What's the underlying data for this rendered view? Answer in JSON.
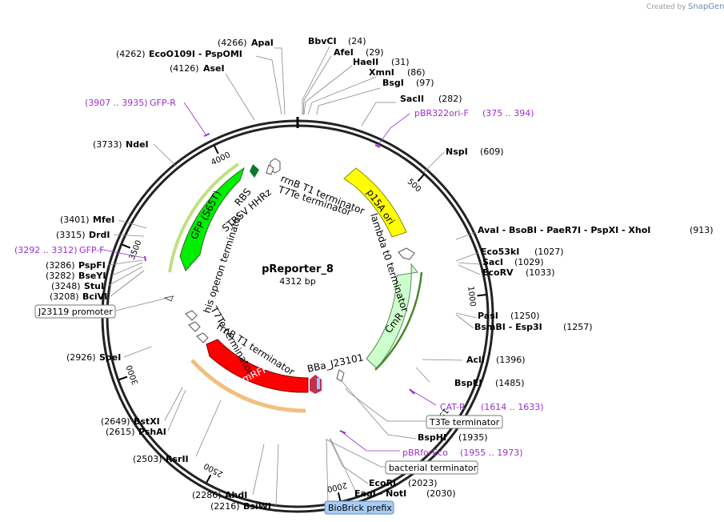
{
  "credit": {
    "prefix": "Created by",
    "brand": "SnapGene"
  },
  "plasmid": {
    "name": "pReporter_8",
    "size": "4312 bp"
  },
  "ticks": [
    "500",
    "1000",
    "1500",
    "2000",
    "2500",
    "3000",
    "3500",
    "4000"
  ],
  "features": {
    "p15a": "p15A ori",
    "lambda": "lambda t0 terminator",
    "cmr": "CmR",
    "bba": "BBa_J23101",
    "mrfp": "mRFP1",
    "rrnb_lower": "rrnB T1 terminator",
    "t7te_lower": "T7Te terminator",
    "his": "his operon terminator",
    "gfp": "GFP (S65T)",
    "rbs": "RBS",
    "strsv": "STRSV HHRz",
    "rrnb_upper": "rrnB T1 terminator",
    "t7te_upper": "T7Te terminator"
  },
  "sites_right": [
    {
      "name": "BbvCI",
      "pos": "(24)"
    },
    {
      "name": "AfeI",
      "pos": "(29)"
    },
    {
      "name": "HaeII",
      "pos": "(31)"
    },
    {
      "name": "XmnI",
      "pos": "(86)"
    },
    {
      "name": "BsgI",
      "pos": "(97)"
    },
    {
      "name": "SacII",
      "pos": "(282)"
    },
    {
      "name": "NspI",
      "pos": "(609)"
    },
    {
      "name": "AvaI - BsoBI - PaeR7I - PspXI - XhoI",
      "pos": "(913)"
    },
    {
      "name": "Eco53kI",
      "pos": "(1027)"
    },
    {
      "name": "SacI",
      "pos": "(1029)"
    },
    {
      "name": "EcoRV",
      "pos": "(1033)"
    },
    {
      "name": "PasI",
      "pos": "(1250)"
    },
    {
      "name": "BsmBI - Esp3I",
      "pos": "(1257)"
    },
    {
      "name": "AclI",
      "pos": "(1396)"
    },
    {
      "name": "BspEI",
      "pos": "(1485)"
    },
    {
      "name": "BspHI",
      "pos": "(1935)"
    },
    {
      "name": "EcoRI",
      "pos": "(2023)"
    },
    {
      "name": "EagI - NotI",
      "pos": "(2030)"
    }
  ],
  "sites_left": [
    {
      "pos": "(4266)",
      "name": "ApaI"
    },
    {
      "pos": "(4262)",
      "name": "EcoO109I - PspOMI"
    },
    {
      "pos": "(4126)",
      "name": "AseI"
    },
    {
      "pos": "(3733)",
      "name": "NdeI"
    },
    {
      "pos": "(3401)",
      "name": "MfeI"
    },
    {
      "pos": "(3315)",
      "name": "DrdI"
    },
    {
      "pos": "(3286)",
      "name": "PspFI"
    },
    {
      "pos": "(3282)",
      "name": "BseYI"
    },
    {
      "pos": "(3248)",
      "name": "StuI"
    },
    {
      "pos": "(3208)",
      "name": "BciVI"
    },
    {
      "pos": "(2926)",
      "name": "SpeI"
    },
    {
      "pos": "(2649)",
      "name": "BstXI"
    },
    {
      "pos": "(2615)",
      "name": "PshAI"
    },
    {
      "pos": "(2503)",
      "name": "RsrII"
    },
    {
      "pos": "(2286)",
      "name": "AhdI"
    },
    {
      "pos": "(2216)",
      "name": "BsiWI"
    }
  ],
  "primers": [
    {
      "name": "pBR322ori-F",
      "range": "(375 .. 394)"
    },
    {
      "name": "CAT-R",
      "range": "(1614 .. 1633)"
    },
    {
      "name": "pBRforEco",
      "range": "(1955 .. 1973)"
    },
    {
      "name": "GFP-R",
      "range": "(3907 .. 3935)"
    },
    {
      "name": "GFP-F",
      "range": "(3292 .. 3312)"
    }
  ],
  "boxes": {
    "t3te": "T3Te terminator",
    "bact": "bacterial terminator",
    "biobrick": "BioBrick prefix",
    "j23119": "J23119 promoter"
  },
  "colors": {
    "p15a": "#ffff00",
    "cmr": "#ccffcc",
    "gfp": "#00ee00",
    "mrfp": "#ff0000",
    "primer": "#9b30c9",
    "biobrick": "#a8cdf5"
  }
}
